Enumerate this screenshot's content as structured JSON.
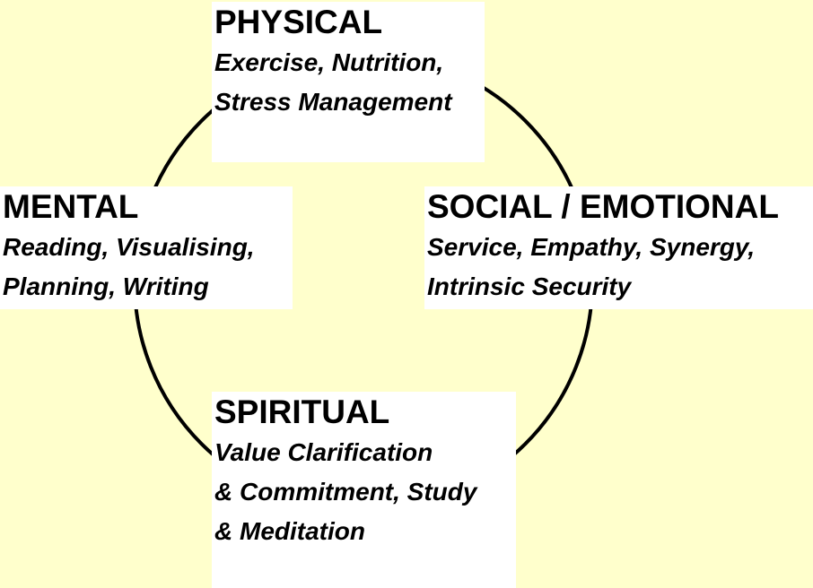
{
  "dimensions": [
    {
      "id": "physical",
      "title": "PHYSICAL",
      "lines": [
        "Exercise, Nutrition,",
        "Stress Management"
      ]
    },
    {
      "id": "mental",
      "title": "MENTAL",
      "lines": [
        "Reading, Visualising,",
        "Planning, Writing"
      ]
    },
    {
      "id": "social",
      "title": "SOCIAL / EMOTIONAL",
      "lines": [
        "Service, Empathy, Synergy,",
        "Intrinsic Security"
      ]
    },
    {
      "id": "spiritual",
      "title": "SPIRITUAL",
      "lines": [
        "Value Clarification",
        "& Commitment, Study",
        "& Meditation"
      ]
    }
  ],
  "colors": {
    "background": "#FFFFCC",
    "box": "#FFFFFF",
    "ring": "#000000"
  }
}
